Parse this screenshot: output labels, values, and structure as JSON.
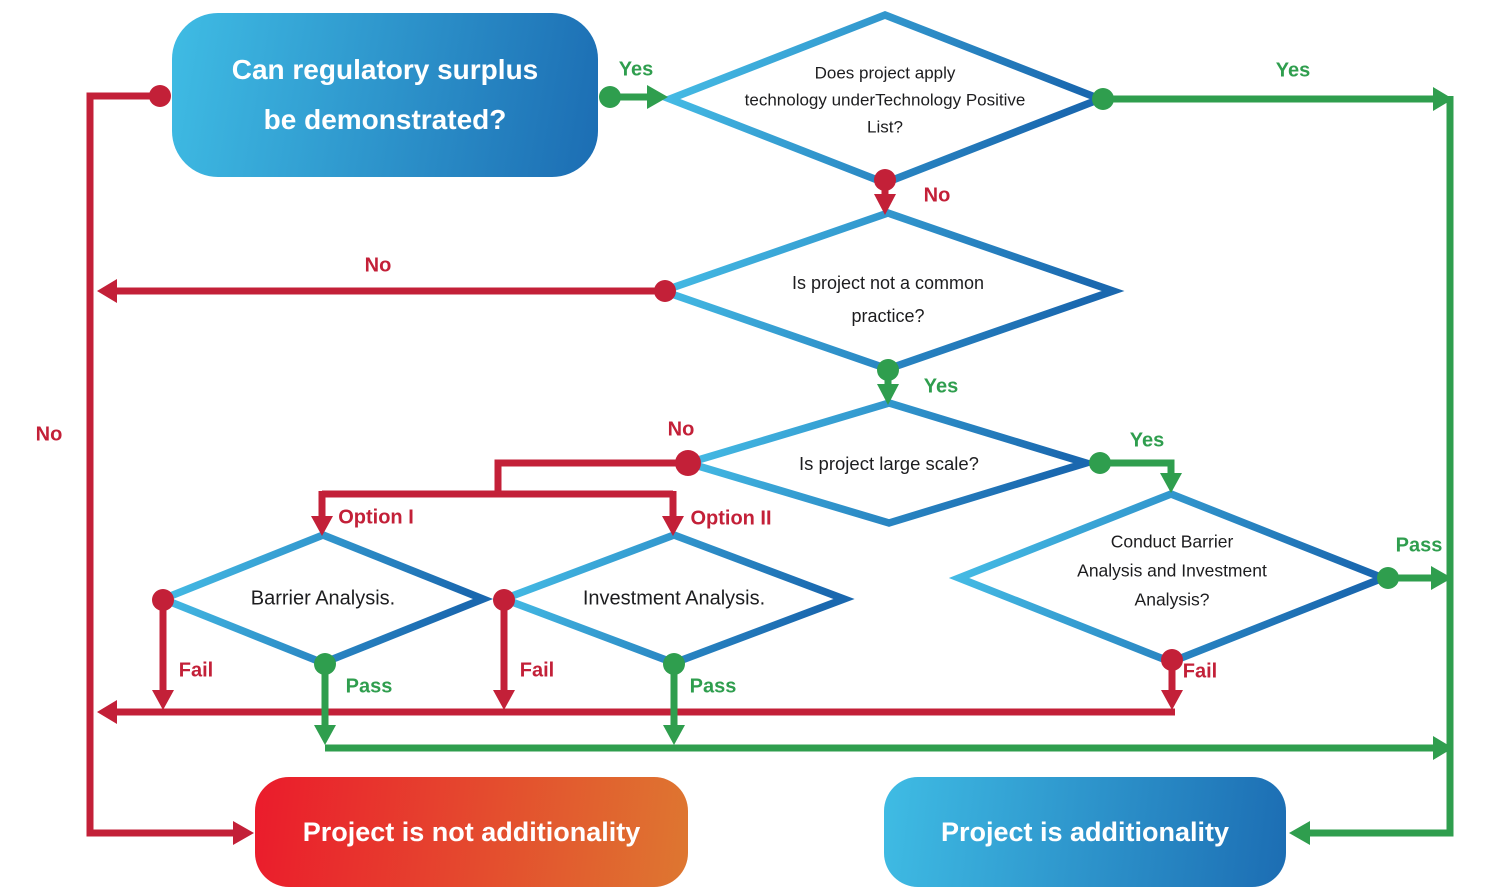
{
  "colors": {
    "red": "#c32038",
    "green": "#2f9e4e",
    "diamond_grad_start": "#48c2e9",
    "diamond_grad_end": "#1a68af",
    "blue_box_start": "#3fbce4",
    "blue_box_end": "#1c6db3",
    "red_box_start": "#eb1b2c",
    "red_box_end": "#de7730",
    "text_dark": "#1d1d1f"
  },
  "nodes": {
    "start": {
      "lines": [
        "Can regulatory surplus",
        "be demonstrated?"
      ]
    },
    "tech_positive_list": {
      "lines": [
        "Does project apply",
        "technology underTechnology Positive",
        "List?"
      ]
    },
    "common_practice": {
      "lines": [
        "Is project not a common",
        "practice?"
      ]
    },
    "large_scale": {
      "lines": [
        "Is project large scale?"
      ]
    },
    "barrier_analysis": {
      "lines": [
        "Barrier Analysis."
      ]
    },
    "investment_analysis": {
      "lines": [
        "Investment Analysis."
      ]
    },
    "conduct_both": {
      "lines": [
        "Conduct Barrier",
        "Analysis and Investment",
        "Analysis?"
      ]
    },
    "not_additional": {
      "lines": [
        "Project is not additionality"
      ]
    },
    "additional": {
      "lines": [
        "Project is additionality"
      ]
    }
  },
  "labels": {
    "yes_start": "Yes",
    "yes_top_right": "Yes",
    "no_tech": "No",
    "no_common": "No",
    "no_left": "No",
    "yes_common": "Yes",
    "no_large": "No",
    "yes_large": "Yes",
    "option1": "Option I",
    "option2": "Option II",
    "fail_barrier": "Fail",
    "pass_barrier": "Pass",
    "fail_investment": "Fail",
    "pass_investment": "Pass",
    "fail_conduct": "Fail",
    "pass_conduct": "Pass"
  }
}
